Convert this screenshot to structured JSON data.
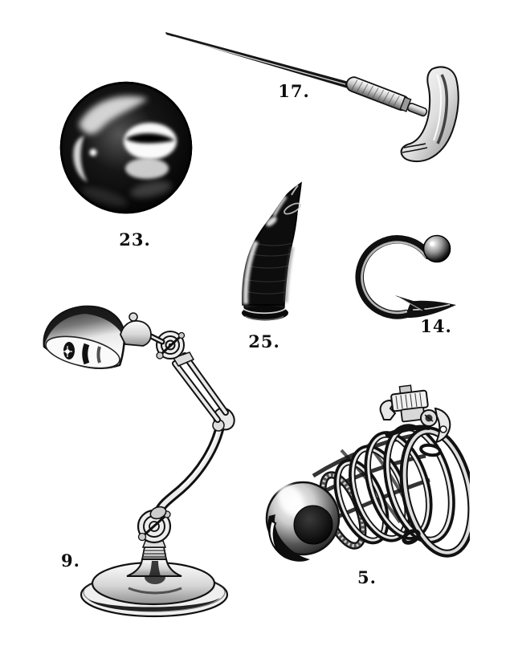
{
  "plate": {
    "background_color": "#ffffff",
    "ink_color": "#0d0d0d",
    "style": "black-and-white stipple engraving plate"
  },
  "figures": [
    {
      "item": "t-handle-needle-tool",
      "label": "17."
    },
    {
      "item": "polished-black-sphere",
      "label": "23."
    },
    {
      "item": "bullet-cartridge",
      "label": "25."
    },
    {
      "item": "ball-tip-hook",
      "label": "14."
    },
    {
      "item": "articulated-desk-lamp",
      "label": "9."
    },
    {
      "item": "ring-cage-device",
      "label": "5."
    }
  ]
}
